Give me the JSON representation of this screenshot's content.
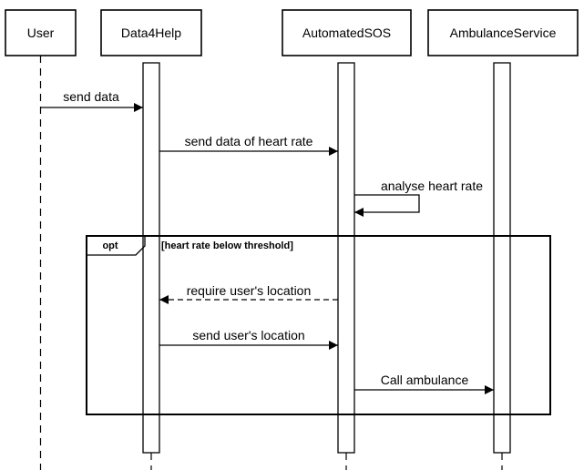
{
  "diagram": {
    "participants": [
      {
        "label": "User"
      },
      {
        "label": "Data4Help"
      },
      {
        "label": "AutomatedSOS"
      },
      {
        "label": "AmbulanceService"
      }
    ],
    "messages": [
      {
        "label": "send data"
      },
      {
        "label": "send data of heart rate"
      },
      {
        "label": "analyse heart rate"
      },
      {
        "label": "require user's location"
      },
      {
        "label": "send user's location"
      },
      {
        "label": "Call ambulance"
      }
    ],
    "fragment": {
      "operator": "opt",
      "guard": "[heart rate below threshold]"
    }
  }
}
